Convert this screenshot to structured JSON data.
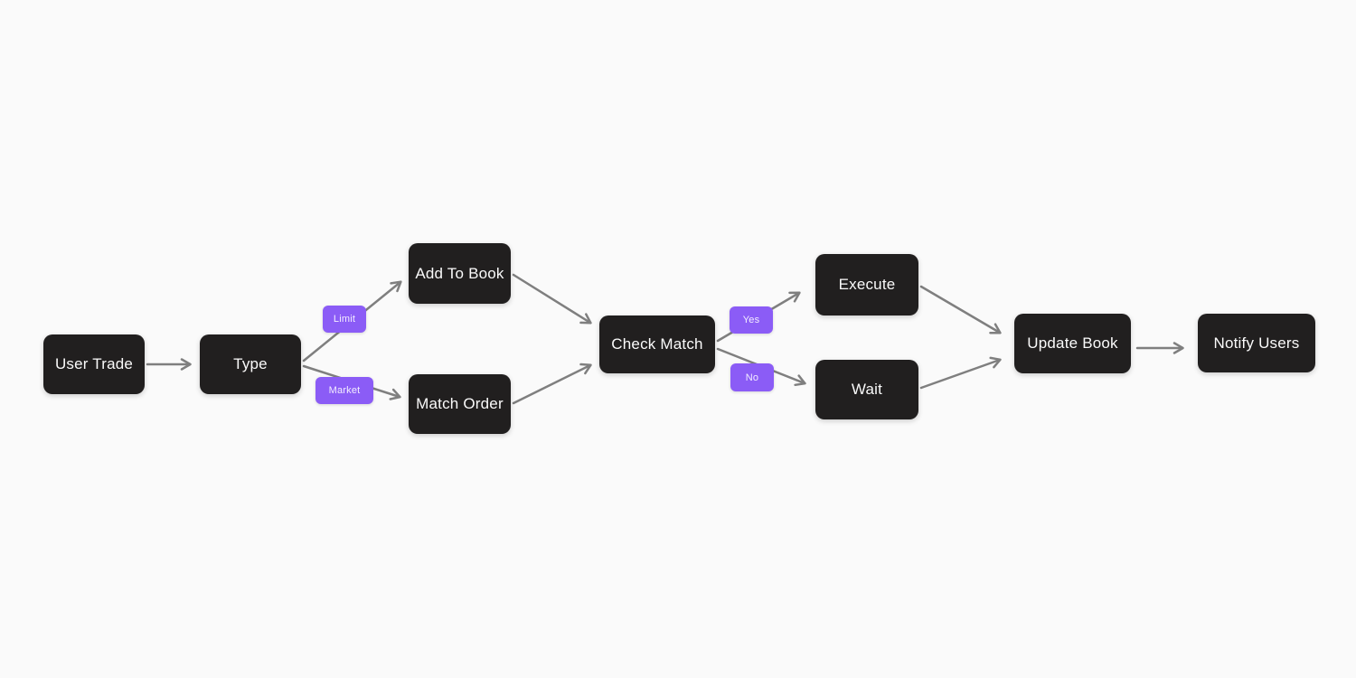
{
  "diagram": {
    "type": "flowchart",
    "nodes": {
      "user_trade": {
        "label": "User Trade"
      },
      "type": {
        "label": "Type"
      },
      "add_to_book": {
        "label": "Add To Book"
      },
      "match_order": {
        "label": "Match Order"
      },
      "check_match": {
        "label": "Check Match"
      },
      "execute": {
        "label": "Execute"
      },
      "wait": {
        "label": "Wait"
      },
      "update_book": {
        "label": "Update Book"
      },
      "notify_users": {
        "label": "Notify Users"
      }
    },
    "edge_labels": {
      "limit": "Limit",
      "market": "Market",
      "yes": "Yes",
      "no": "No"
    },
    "edges": [
      {
        "from": "User Trade",
        "to": "Type",
        "label": ""
      },
      {
        "from": "Type",
        "to": "Add To Book",
        "label": "Limit"
      },
      {
        "from": "Type",
        "to": "Match Order",
        "label": "Market"
      },
      {
        "from": "Add To Book",
        "to": "Check Match",
        "label": ""
      },
      {
        "from": "Match Order",
        "to": "Check Match",
        "label": ""
      },
      {
        "from": "Check Match",
        "to": "Execute",
        "label": "Yes"
      },
      {
        "from": "Check Match",
        "to": "Wait",
        "label": "No"
      },
      {
        "from": "Execute",
        "to": "Update Book",
        "label": ""
      },
      {
        "from": "Wait",
        "to": "Update Book",
        "label": ""
      },
      {
        "from": "Update Book",
        "to": "Notify Users",
        "label": ""
      }
    ],
    "colors": {
      "background": "#fafafa",
      "node-fill": "#211f1f",
      "node-text": "#fafafa",
      "label-fill": "#8b5cf6",
      "label-text": "#f3edff",
      "edge-stroke": "#7f7f7f"
    }
  }
}
